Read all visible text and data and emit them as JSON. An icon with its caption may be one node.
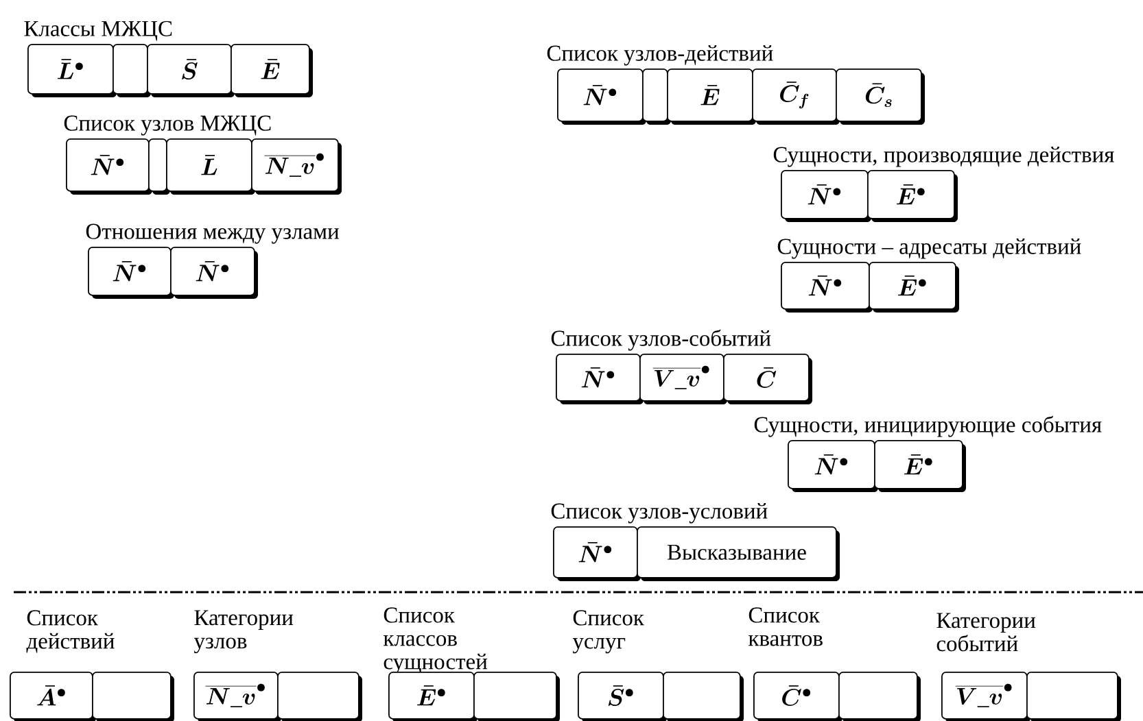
{
  "diagram": {
    "nodes": [
      {
        "text": [
          "Классы МЖЦС"
        ]
      },
      {
        "text": [
          "\\bar{L}^{\\bullet}"
        ],
        "in": 0
      },
      {
        "text": [],
        "shape": "box",
        "in": 0
      },
      {
        "text": [
          "\\bar{S}"
        ],
        "in": 0
      },
      {
        "text": [
          "\\bar{E}"
        ],
        "in": 0
      },
      {
        "text": [
          "Список узлов МЖЦС"
        ]
      },
      {
        "text": [
          "\\bar{N}^{\\bullet}"
        ],
        "in": 5
      },
      {
        "text": [],
        "shape": "box",
        "in": 5
      },
      {
        "text": [
          "\\bar{L}"
        ],
        "in": 5
      },
      {
        "text": [
          "\\overline{N\\_v}^{\\bullet}"
        ],
        "in": 5
      },
      {
        "text": [
          "Отношения между узлами"
        ]
      },
      {
        "text": [
          "\\bar{N}^{\\bullet}"
        ],
        "in": 10
      },
      {
        "text": [
          "\\bar{N}^{\\bullet}"
        ],
        "in": 10
      },
      {
        "text": [
          "Список узлов-действий"
        ]
      },
      {
        "text": [
          "\\bar{N}^{\\bullet}"
        ],
        "in": 13
      },
      {
        "text": [],
        "shape": "box",
        "in": 13
      },
      {
        "text": [
          "\\bar{E}"
        ],
        "in": 13
      },
      {
        "text": [
          "\\bar{C}_f"
        ],
        "in": 13
      },
      {
        "text": [
          "\\bar{C}_s"
        ],
        "in": 13
      },
      {
        "text": [
          "Сущности, производящие действия"
        ]
      },
      {
        "text": [
          "\\bar{N}^{\\bullet}"
        ],
        "in": 19
      },
      {
        "text": [
          "\\bar{E}^{\\bullet}"
        ],
        "in": 19
      },
      {
        "text": [
          "Сущности – адресаты действий"
        ]
      },
      {
        "text": [
          "\\bar{N}^{\\bullet}"
        ],
        "in": 22
      },
      {
        "text": [
          "\\bar{E}^{\\bullet}"
        ],
        "in": 22
      },
      {
        "text": [
          "Список узлов-событий"
        ]
      },
      {
        "text": [
          "\\bar{N}^{\\bullet}"
        ],
        "in": 25
      },
      {
        "text": [
          "\\overline{V\\_v}^{\\bullet}"
        ],
        "in": 25
      },
      {
        "text": [
          "\\bar{C}"
        ],
        "in": 25
      },
      {
        "text": [
          "Сущности, инициирующие события"
        ]
      },
      {
        "text": [
          "\\bar{N}^{\\bullet}"
        ],
        "in": 29
      },
      {
        "text": [
          "\\bar{E}^{\\bullet}"
        ],
        "in": 29
      },
      {
        "text": [
          "Список узлов-условий"
        ]
      },
      {
        "text": [
          "\\bar{N}^{\\bullet}"
        ],
        "in": 32
      },
      {
        "text": [
          "Высказывание"
        ],
        "in": 32
      },
      {
        "text": [
          "Список действий"
        ]
      },
      {
        "text": [
          "\\bar{A}^{\\bullet}"
        ],
        "in": 35
      },
      {
        "text": [],
        "shape": "box",
        "in": 35
      },
      {
        "text": [
          "Категории узлов"
        ]
      },
      {
        "text": [
          "\\overline{N\\_v}^{\\bullet}"
        ],
        "in": 38
      },
      {
        "text": [],
        "shape": "box",
        "in": 38
      },
      {
        "text": [
          "Список классов сущностей"
        ]
      },
      {
        "text": [
          "\\bar{E}^{\\bullet}"
        ],
        "in": 41
      },
      {
        "text": [],
        "shape": "box",
        "in": 41
      },
      {
        "text": [
          "Список услуг"
        ]
      },
      {
        "text": [
          "\\bar{S}^{\\bullet}"
        ],
        "in": 44
      },
      {
        "text": [],
        "shape": "box",
        "in": 44
      },
      {
        "text": [
          "Список квантов"
        ]
      },
      {
        "text": [
          "\\bar{C}^{\\bullet}"
        ],
        "in": 47
      },
      {
        "text": [],
        "shape": "box",
        "in": 47
      },
      {
        "text": [
          "Категории событий"
        ]
      },
      {
        "text": [
          "\\overline{V\\_v}^{\\bullet}"
        ],
        "in": 50
      },
      {
        "text": [],
        "shape": "box",
        "in": 50
      }
    ]
  }
}
